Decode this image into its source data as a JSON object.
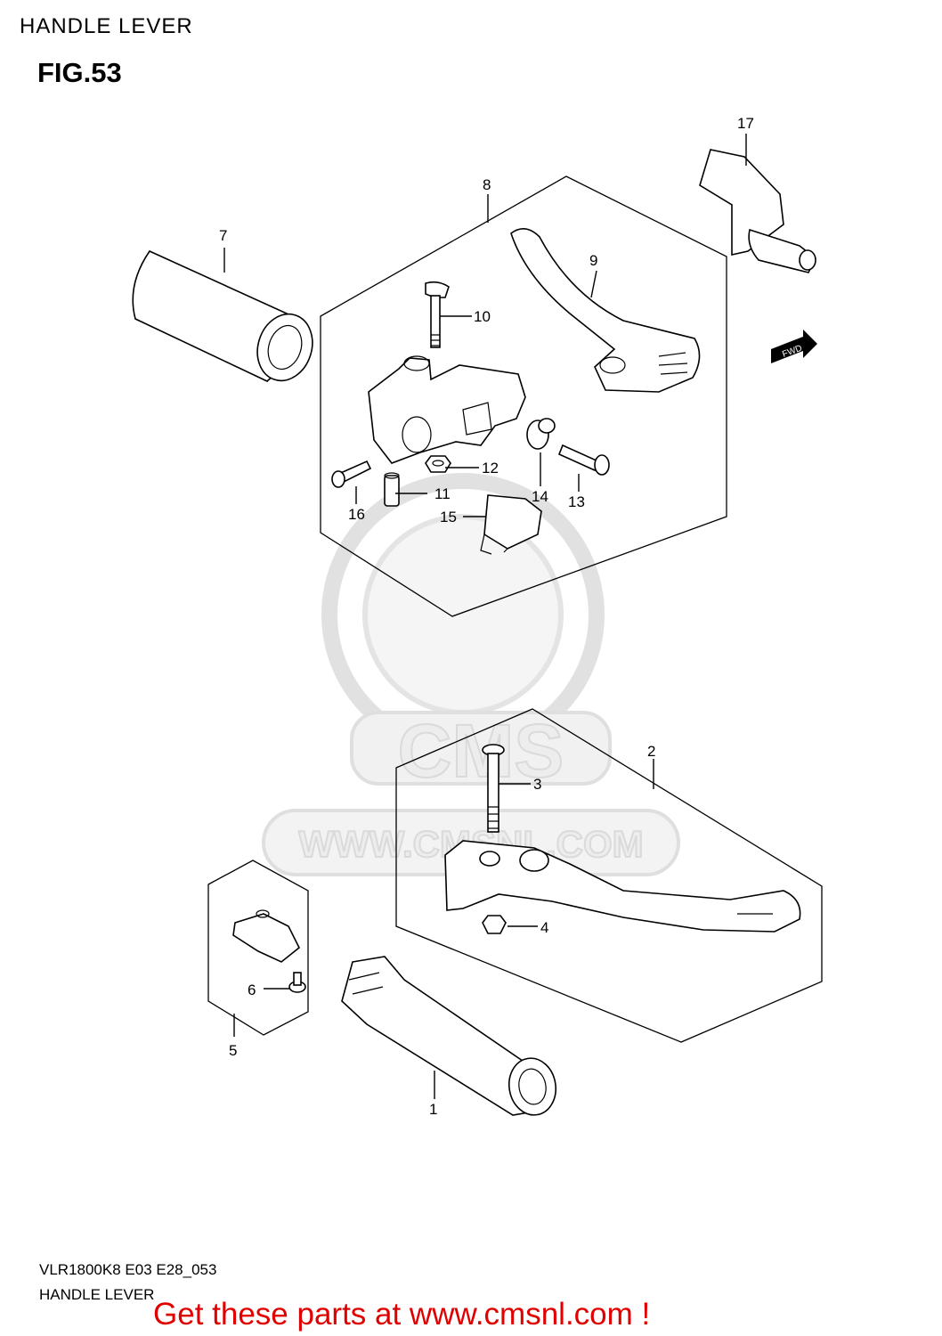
{
  "header": {
    "title": "HANDLE LEVER",
    "figure": "FIG.53"
  },
  "footer": {
    "code": "VLR1800K8 E03 E28_053",
    "name": "HANDLE LEVER",
    "cta": "Get these parts at www.cmsnl.com !"
  },
  "watermark": {
    "logo": "CMS",
    "url": "WWW.CMSNL.COM"
  },
  "fwd_badge": "FWD",
  "callouts": [
    "1",
    "2",
    "3",
    "4",
    "5",
    "6",
    "7",
    "8",
    "9",
    "10",
    "11",
    "12",
    "13",
    "14",
    "15",
    "16",
    "17"
  ]
}
